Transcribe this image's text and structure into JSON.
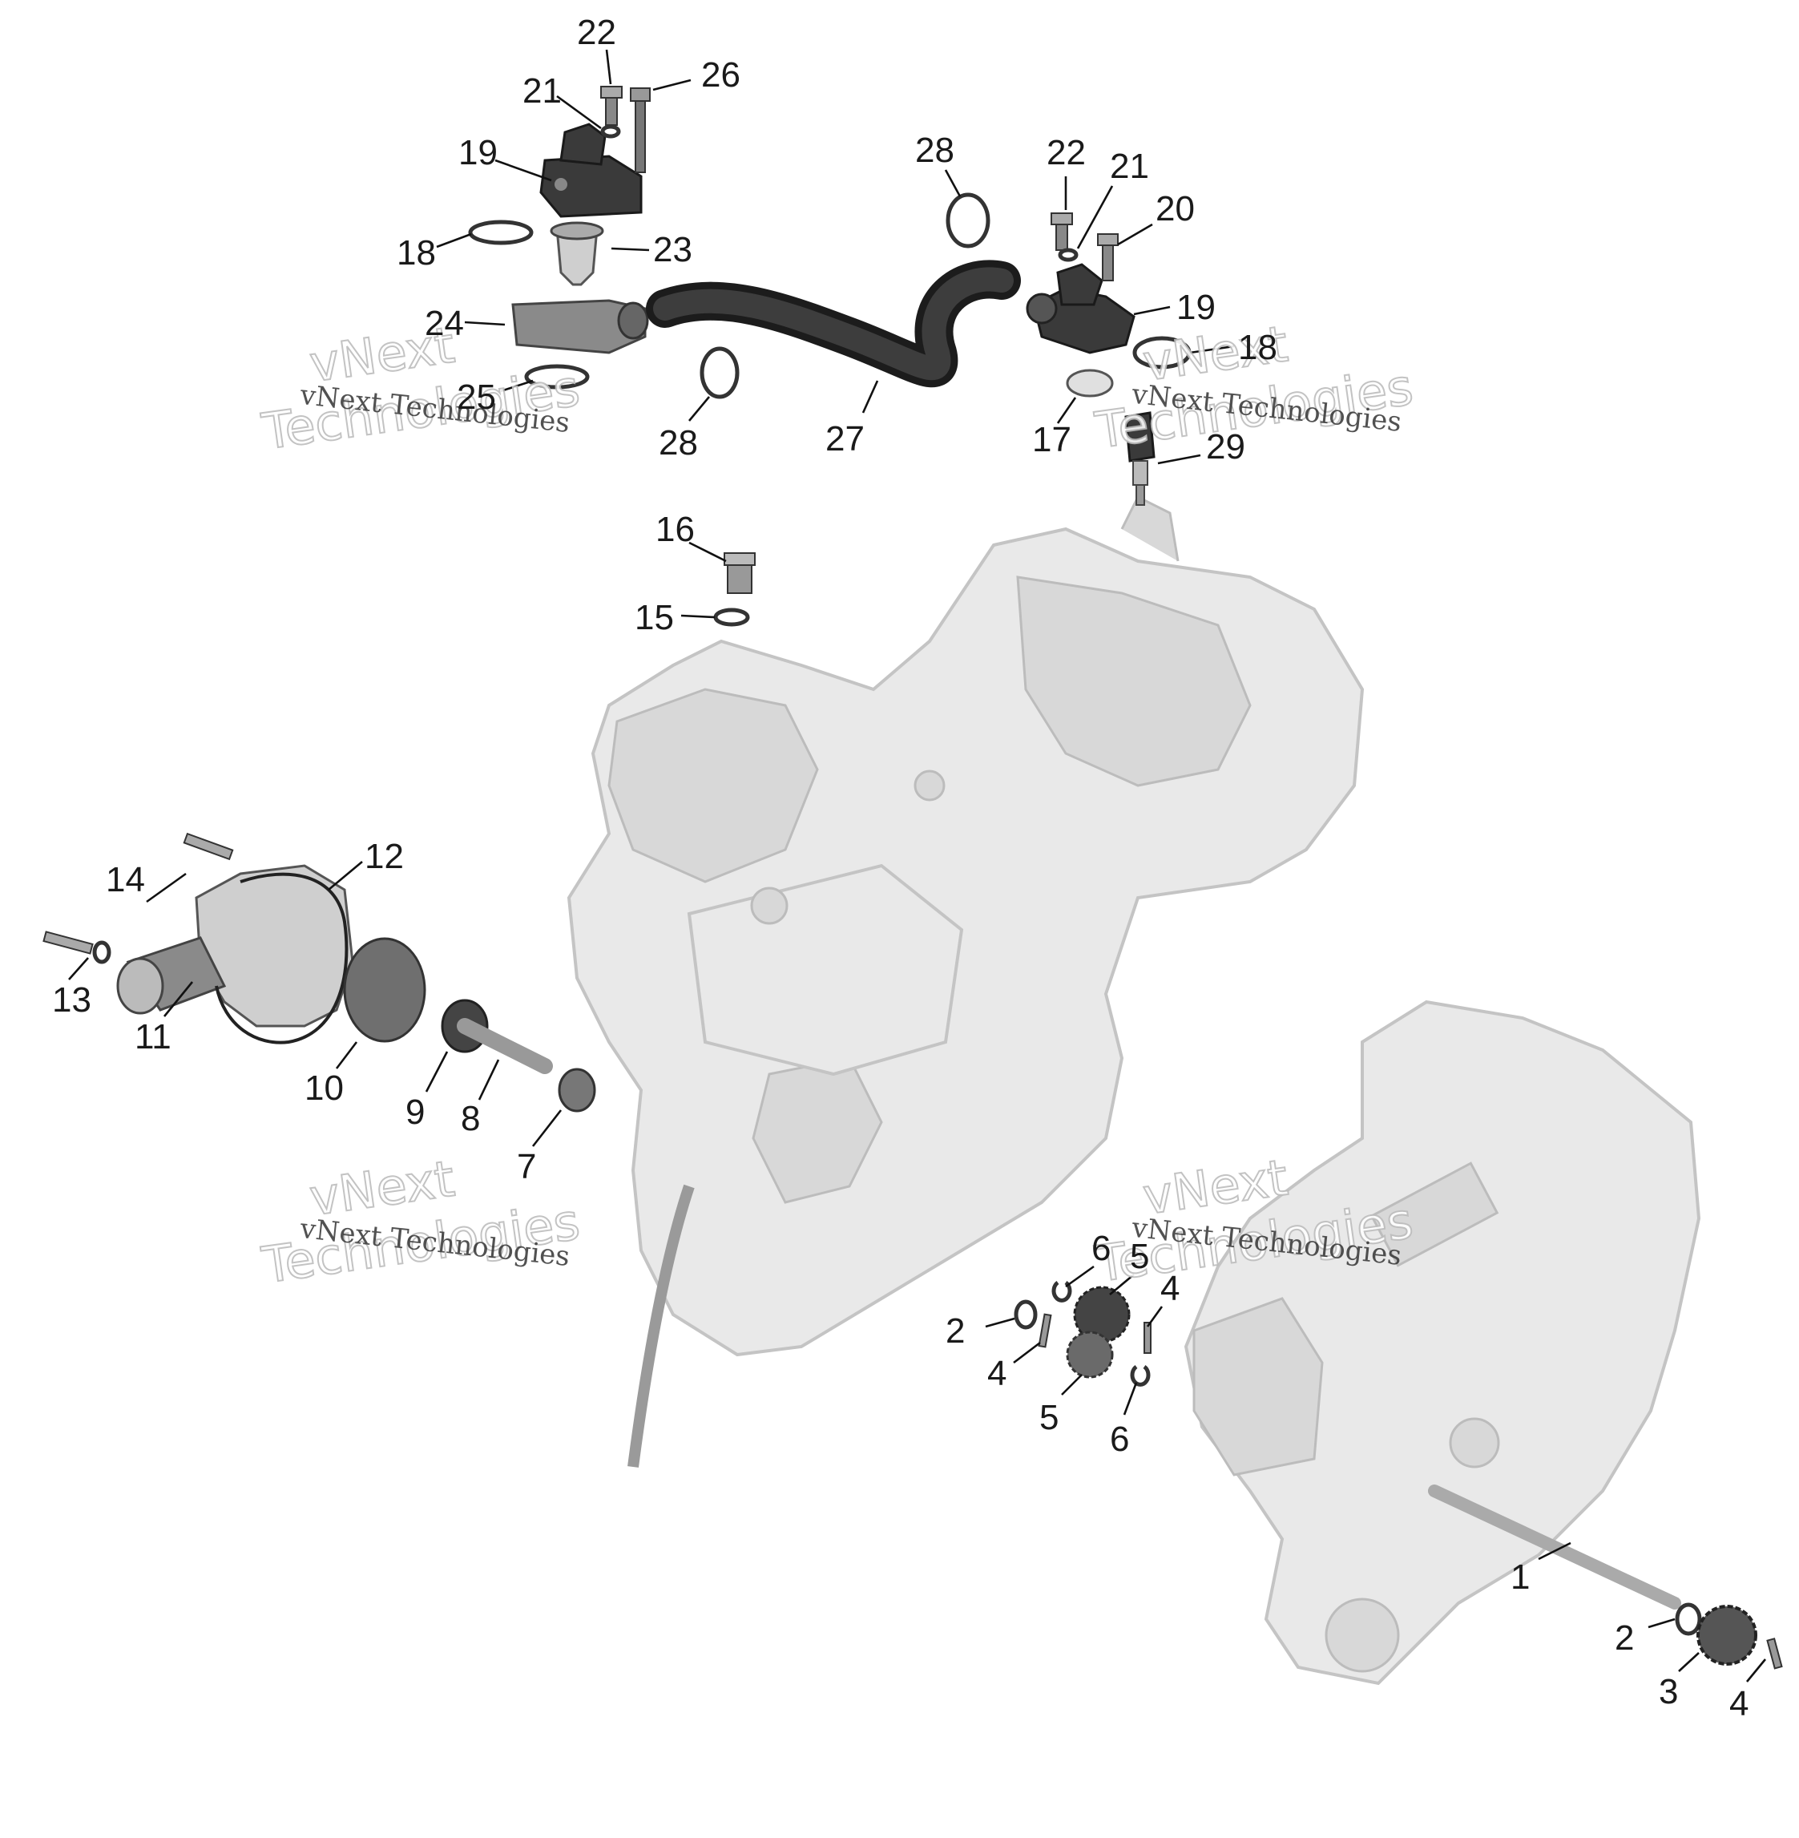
{
  "watermark": {
    "small_text": "vNext Technologies",
    "big_line1": "vNext",
    "big_line2": "Technologies"
  },
  "callouts": {
    "c22a": "22",
    "c21a": "21",
    "c26": "26",
    "c19a": "19",
    "c18a": "18",
    "c23": "23",
    "c24": "24",
    "c25": "25",
    "c28a": "28",
    "c28b": "28",
    "c27": "27",
    "c22b": "22",
    "c21b": "21",
    "c20": "20",
    "c19b": "19",
    "c18b": "18",
    "c17": "17",
    "c29": "29",
    "c16": "16",
    "c15": "15",
    "c14": "14",
    "c12": "12",
    "c13": "13",
    "c11": "11",
    "c10": "10",
    "c9": "9",
    "c8": "8",
    "c7": "7",
    "c6a": "6",
    "c5a": "5",
    "c4a": "4",
    "c2a": "2",
    "c4b": "4",
    "c5b": "5",
    "c6b": "6",
    "c1": "1",
    "c2b": "2",
    "c3": "3",
    "c4c": "4"
  }
}
